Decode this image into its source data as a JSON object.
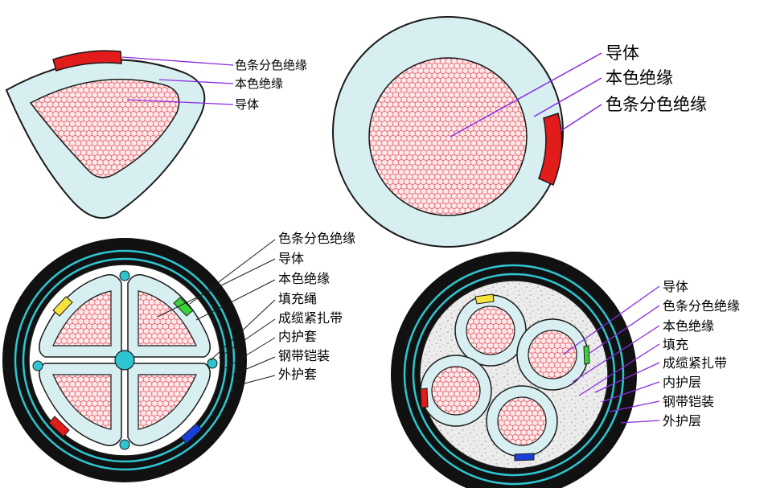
{
  "colors": {
    "insulation": "#d8eff2",
    "outline": "#1a1a1a",
    "conductor_fill": "#ffe8ea",
    "conductor_mesh": "#e25a62",
    "leader": "#8a2be2",
    "stripe_red": "#e21b1b",
    "stripe_yellow": "#f5e23c",
    "stripe_green": "#3ad13a",
    "stripe_blue": "#1a3fd8",
    "sheath": "#111111",
    "armor_ring": "#2fc5d0",
    "filler": "#e9e9e9"
  },
  "diagram1": {
    "labels": [
      "色条分色绝缘",
      "本色绝缘",
      "导体"
    ]
  },
  "diagram2": {
    "labels": [
      "导体",
      "本色绝缘",
      "色条分色绝缘"
    ]
  },
  "diagram3": {
    "labels": [
      "色条分色绝缘",
      "导体",
      "本色绝缘",
      "填充绳",
      "成缆紧扎带",
      "内护套",
      "钢带铠装",
      "外护套"
    ]
  },
  "diagram4": {
    "labels": [
      "导体",
      "色条分色绝缘",
      "本色绝缘",
      "填充",
      "成缆紧扎带",
      "内护层",
      "钢带铠装",
      "外护层"
    ]
  }
}
